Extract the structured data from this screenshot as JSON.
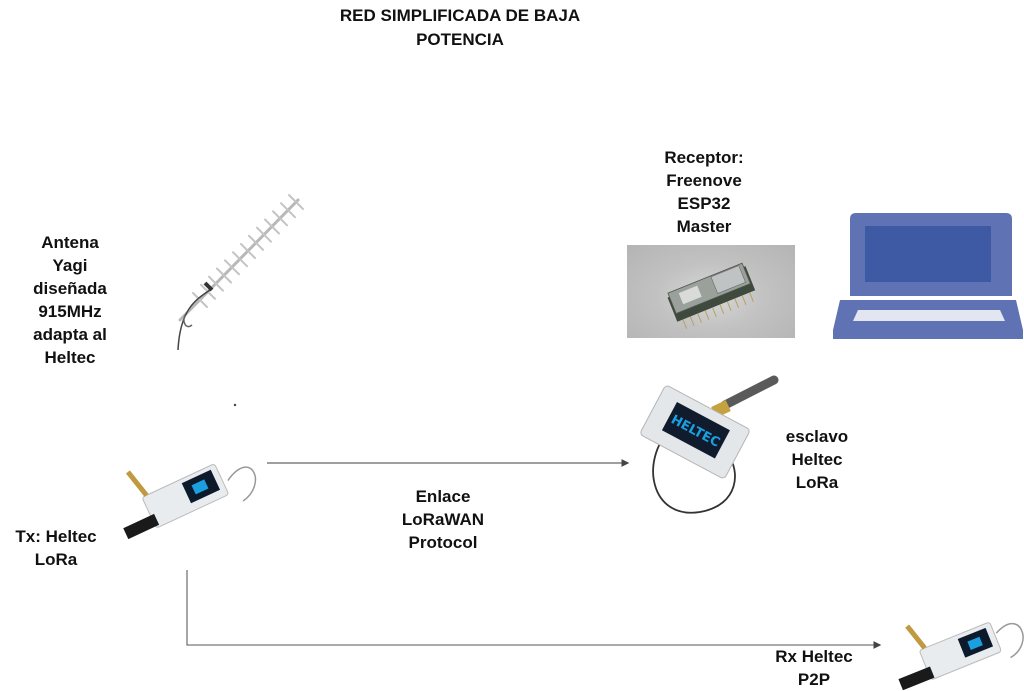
{
  "diagram": {
    "title": [
      "RED SIMPLIFICADA DE BAJA",
      "POTENCIA"
    ],
    "nodes": {
      "antenna": {
        "label": [
          "Antena",
          "Yagi",
          "diseñada",
          "915MHz",
          "adapta al",
          "Heltec"
        ],
        "icon": "yagi-antenna-icon"
      },
      "receptor": {
        "label": [
          "Receptor:",
          "Freenove",
          "ESP32",
          "Master"
        ],
        "icon": "esp32-board-icon"
      },
      "computer": {
        "icon": "laptop-icon",
        "color": "#5f73b4",
        "screen_color": "#3f5aa5",
        "keyboard_color": "#e3e6f1"
      },
      "tx": {
        "label": [
          "Tx: Heltec",
          "LoRa"
        ],
        "icon": "heltec-lora-board-icon"
      },
      "slave": {
        "label": [
          "esclavo",
          "Heltec",
          "LoRa"
        ],
        "icon": "heltec-lora-board-icon",
        "screen_text": "HELTEC"
      },
      "rx": {
        "label": [
          "Rx Heltec",
          "P2P"
        ],
        "icon": "heltec-lora-board-icon"
      }
    },
    "links": [
      {
        "from": "tx",
        "to": "slave",
        "label": [
          "Enlace",
          "LoRaWAN",
          "Protocol"
        ]
      },
      {
        "from": "tx",
        "to": "rx",
        "label": []
      }
    ],
    "colors": {
      "text": "#111111",
      "arrow": "#555555",
      "oled": "#1a9fe0"
    }
  }
}
